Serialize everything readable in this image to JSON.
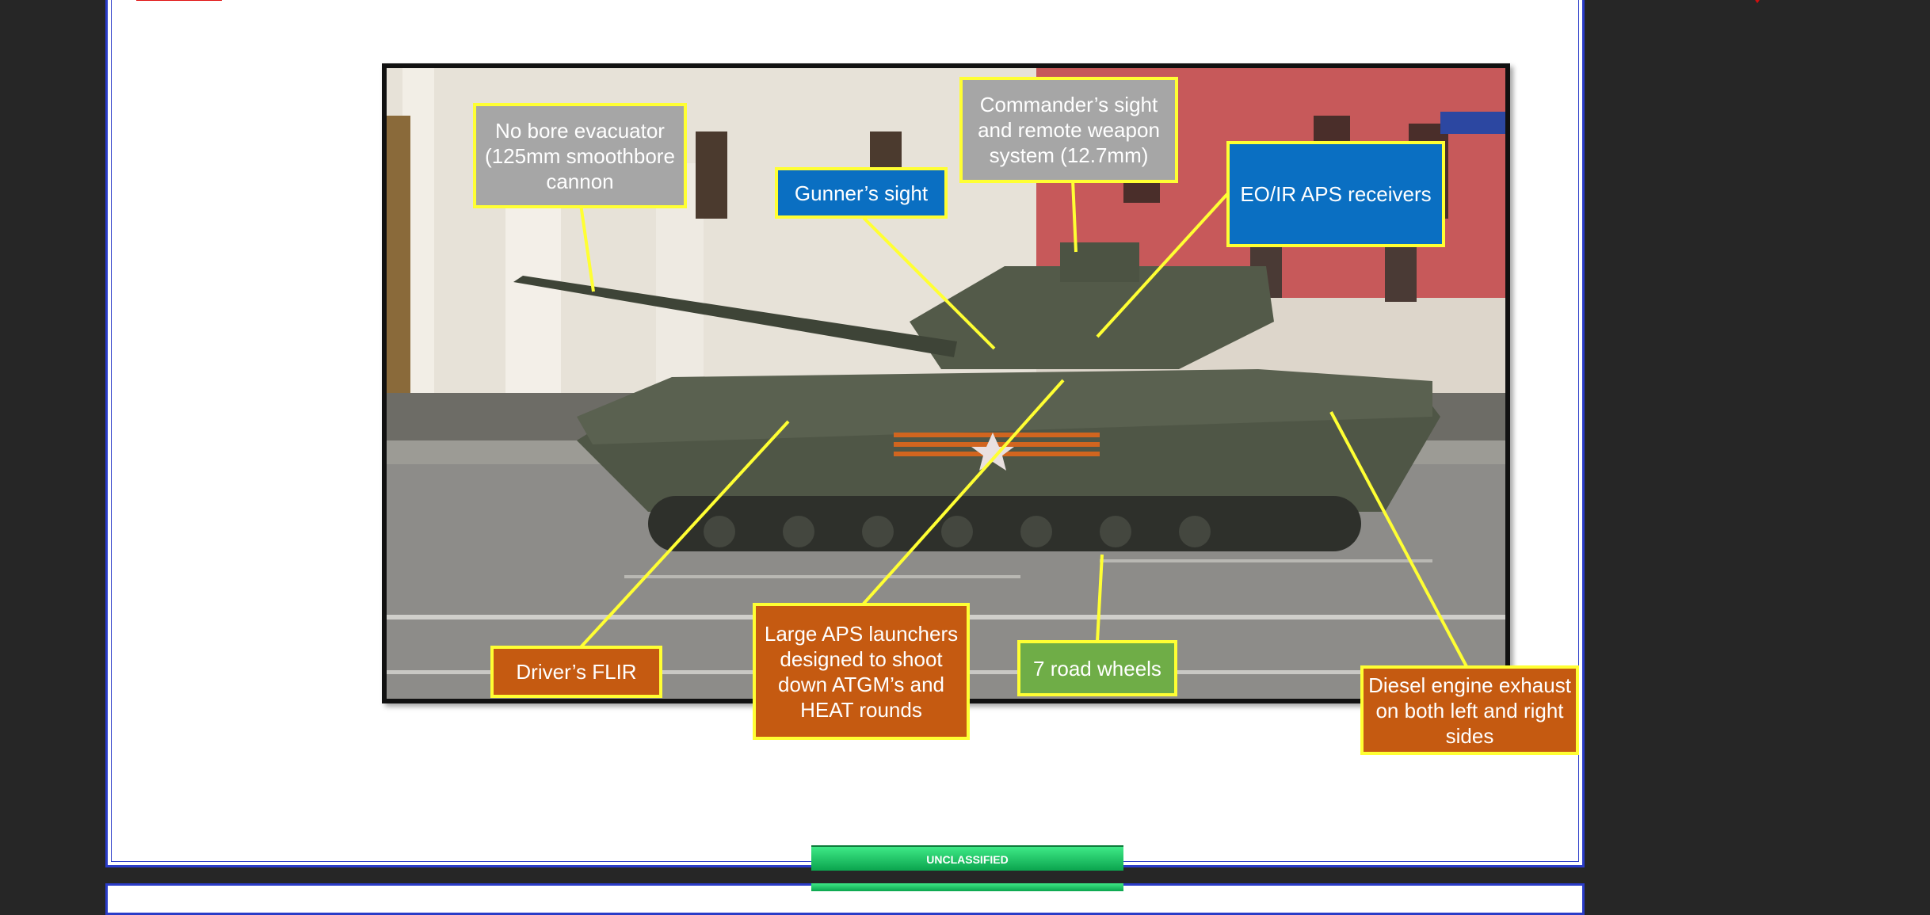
{
  "slide": {
    "classification": "UNCLASSIFIED"
  },
  "colors": {
    "frame_border": "#2a3cc8",
    "callout_border": "#ffff33",
    "gray_callout": "#a6a6a6",
    "blue_callout": "#0a6fc2",
    "orange_callout": "#c55a11",
    "green_callout": "#6fad47",
    "banner": "#1cc867"
  },
  "callouts": {
    "bore_evacuator": "No bore evacuator (125mm smoothbore cannon",
    "gunners_sight": "Gunner’s sight",
    "commanders_sight": "Commander’s sight and remote weapon system (12.7mm)",
    "eo_ir_aps": "EO/IR APS receivers",
    "drivers_flir": "Driver’s FLIR",
    "large_aps": "Large APS launchers designed to shoot down ATGM’s and HEAT rounds",
    "road_wheels": "7 road wheels",
    "diesel_exhaust": "Diesel engine exhaust on both left and right sides"
  },
  "photo": {
    "subject": "tank-on-parade-street"
  }
}
